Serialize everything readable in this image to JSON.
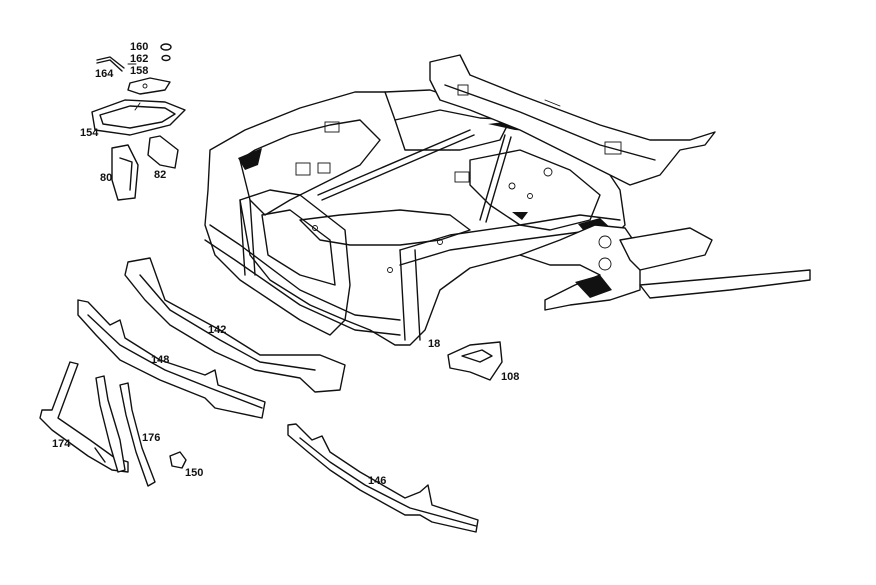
{
  "diagram": {
    "callouts": [
      {
        "id": "160",
        "label": "160"
      },
      {
        "id": "162",
        "label": "162"
      },
      {
        "id": "164",
        "label": "164"
      },
      {
        "id": "158",
        "label": "158"
      },
      {
        "id": "154",
        "label": "154"
      },
      {
        "id": "80",
        "label": "80"
      },
      {
        "id": "82",
        "label": "82"
      },
      {
        "id": "142",
        "label": "142"
      },
      {
        "id": "148",
        "label": "148"
      },
      {
        "id": "18",
        "label": "18"
      },
      {
        "id": "108",
        "label": "108"
      },
      {
        "id": "174",
        "label": "174"
      },
      {
        "id": "176",
        "label": "176"
      },
      {
        "id": "150",
        "label": "150"
      },
      {
        "id": "146",
        "label": "146"
      }
    ],
    "colors": {
      "line": "#111111",
      "background": "#ffffff"
    }
  }
}
